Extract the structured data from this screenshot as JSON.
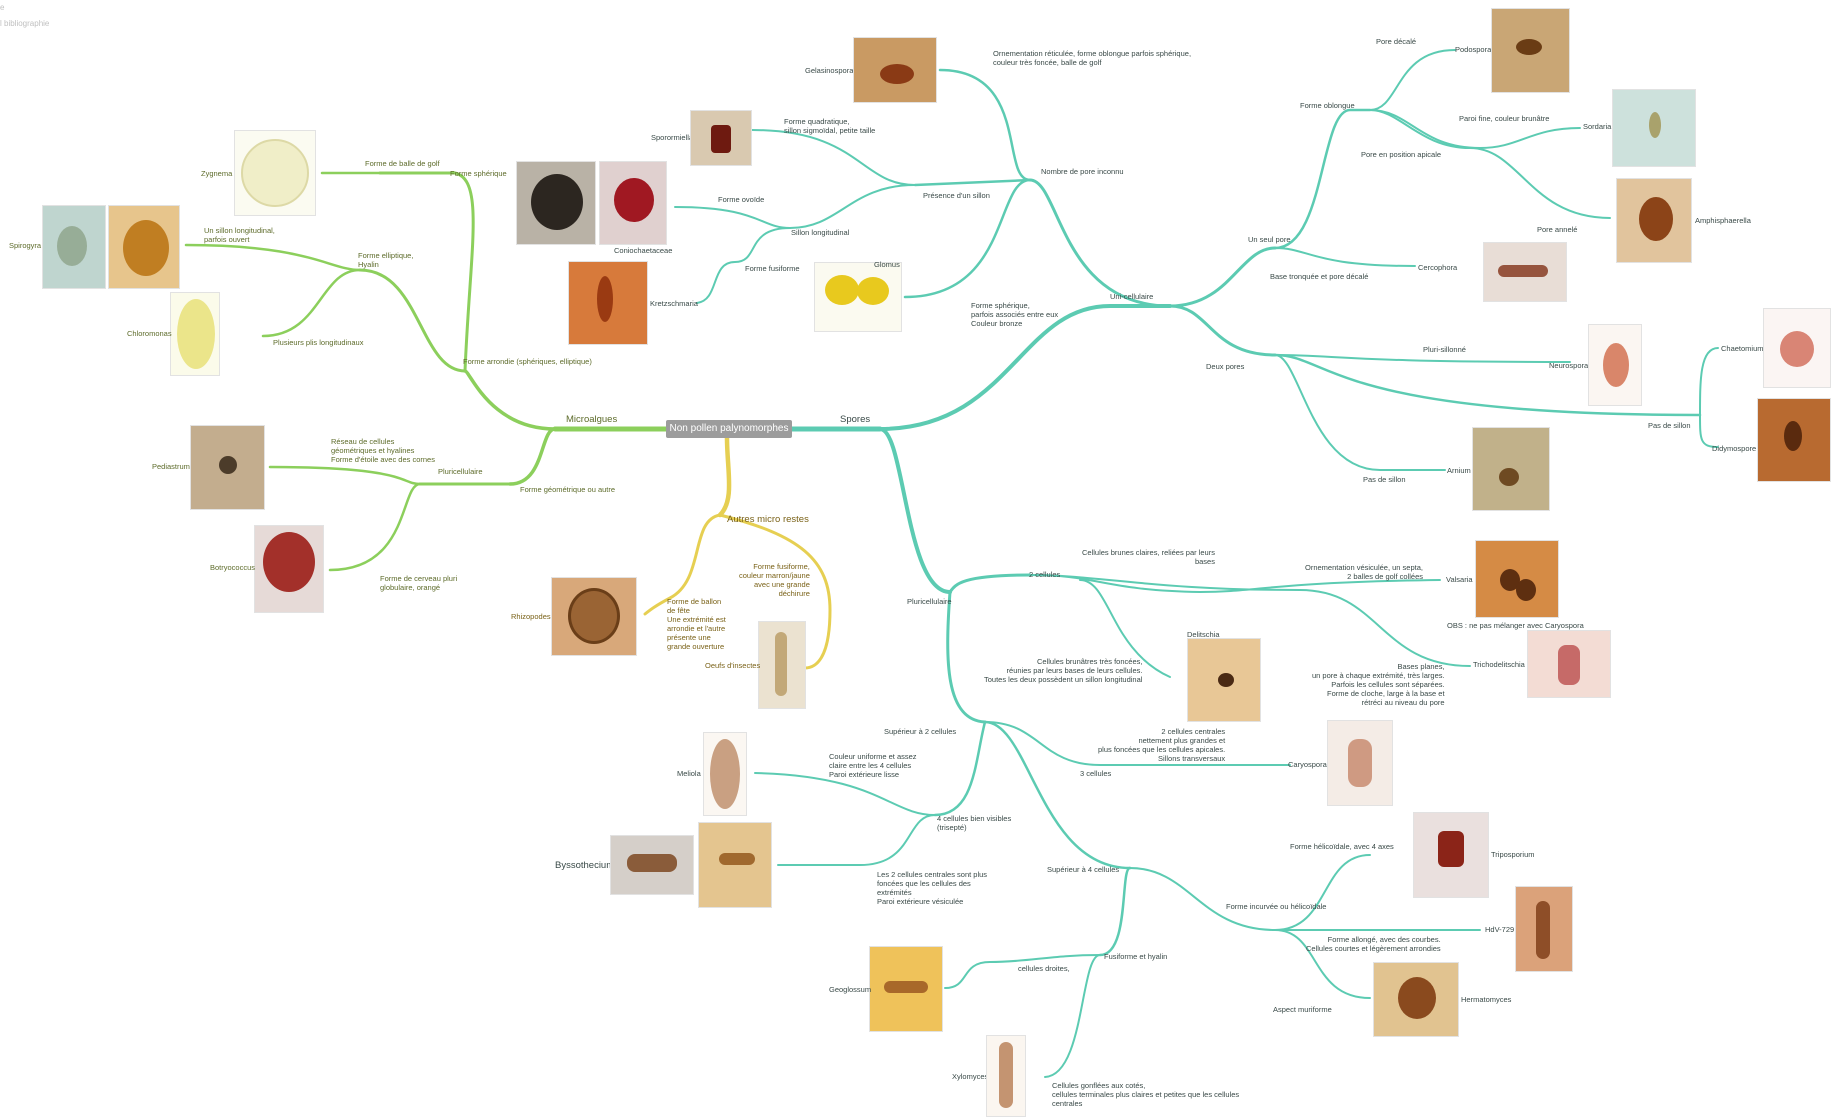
{
  "colors": {
    "spores": "#5ccbb2",
    "microalgues": "#8ccf5c",
    "autres": "#e6cf52",
    "root": "#9c9c9c"
  },
  "top_fragments": [
    "e",
    "l bibliographie"
  ],
  "root": "Non pollen palynomorphes",
  "branches": {
    "spores": "Spores",
    "microalgues": "Microalgues",
    "autres": "Autres micro restes"
  },
  "spores": {
    "uni": "Uni-cellulaire",
    "nombre_pore_inconnu": "Nombre de pore inconnu",
    "presence_sillon": "Présence d'un sillon",
    "gelasinospora": "Gelasinospora",
    "gelasinospora_desc": "Ornementation réticulée, forme oblongue parfois sphérique,\ncouleur très foncée, balle de golf",
    "forme_quadratique": "Forme quadratique,\nsillon sigmoïdal, petite taille",
    "sporormiella": "Sporormiella",
    "forme_ovoide": "Forme ovoïde",
    "coniochaetaceae": "Coniochaetaceae",
    "sillon_longitudinal": "Sillon longitudinal",
    "forme_fusiforme": "Forme fusiforme",
    "kretzschmaria": "Kretzschmaria",
    "glomus": "Glomus",
    "glomus_desc": "Forme sphérique,\nparfois associés entre eux\nCouleur bronze",
    "un_seul_pore": "Un seul pore",
    "forme_oblongue": "Forme oblongue",
    "pore_decale": "Pore décalé",
    "podospora": "Podospora",
    "paroi_fine": "Paroi fine, couleur brunâtre",
    "sordaria": "Sordaria",
    "pore_apicale": "Pore en position apicale",
    "pore_annele": "Pore annelé",
    "amphisphaerella": "Amphisphaerella",
    "base_tronquee": "Base tronquée et pore décalé",
    "cercophora": "Cercophora",
    "deux_pores": "Deux pores",
    "pluri_sillonne": "Pluri-sillonné",
    "neurospora": "Neurospora",
    "pas_de_sillon_1": "Pas de sillon",
    "chaetomium": "Chaetomium",
    "didymospore": "Didymospore",
    "pas_de_sillon_2": "Pas de sillon",
    "arnium": "Arnium",
    "pluri": "Pluricellulaire",
    "deux_cellules": "2 cellules",
    "cellules_brunes": "Cellules brunes claires, reliées par leurs\nbases",
    "valsaria_desc": "Ornementation vésiculée, un septa,\n2 balles de golf collées",
    "valsaria": "Valsaria",
    "obs": "OBS : ne pas mélanger avec Caryospora",
    "delitschia": "Delitschia",
    "delitschia_desc": "Cellules brunâtres très foncées,\nréunies par leurs bases de leurs cellules.\nToutes les deux possèdent un sillon longitudinal",
    "trichodelitschia": "Trichodelitschia",
    "trichodelitschia_desc": "Bases planes,\nun pore à chaque extrémité, très larges.\nParfois les cellules sont séparées.\nForme de cloche, large à la base et\nrétréci au niveau du pore",
    "sup2": "Supérieur à 2 cellules",
    "trois_cellules_desc": "2 cellules centrales\nnettement plus grandes et\nplus foncées que les cellules apicales.\nSillons transversaux",
    "trois_cellules": "3 cellules",
    "caryospora": "Caryospora",
    "meliola": "Meliola",
    "meliola_desc": "Couleur uniforme et assez\nclaire entre les 4 cellules\nParoi extérieure lisse",
    "quatre_cellules": "4 cellules bien visibles\n(trisepté)",
    "byssothecium": "Byssothecium",
    "byssothecium_desc": "Les 2 cellules centrales sont plus\nfoncées que les cellules des\nextrémités\nParoi extérieure vésiculée",
    "sup4": "Supérieur à 4 cellules",
    "forme_helicoidale": "Forme hélicoïdale, avec 4 axes",
    "triposporium": "Triposporium",
    "forme_incurvee": "Forme incurvée ou hélicoïdale",
    "hdv729": "HdV-729",
    "forme_allongee": "Forme allongé, avec des courbes.\nCellules courtes et légèrement arrondies",
    "aspect_muriforme": "Aspect muriforme",
    "hermatomyces": "Hermatomyces",
    "fusiforme_hyalin": "Fusiforme et hyalin",
    "cellules_droites": "cellules droites,",
    "geoglossum": "Geoglossum",
    "xylomyces": "Xylomyces",
    "xylomyces_desc": "Cellules gonflées aux cotés,\ncellules terminales plus claires et petites que les cellules\ncentrales"
  },
  "microalgues": {
    "forme_arrondie": "Forme arrondie (sphériques, elliptique)",
    "forme_spherique": "Forme sphérique",
    "forme_golf": "Forme de balle de golf",
    "zygnema": "Zygnema",
    "forme_elliptique": "Forme elliptique,\nHyalin",
    "un_sillon": "Un sillon longitudinal,\nparfois ouvert",
    "spirogyra": "Spirogyra",
    "plusieurs_plis": "Plusieurs plis longitudinaux",
    "chloromonas": "Chloromonas",
    "forme_geometrique": "Forme géométrique ou autre",
    "pluricellulaire": "Pluricellulaire",
    "reseau": "Réseau de cellules\ngéométriques et hyalines\nForme d'étoile avec des cornes",
    "pediastrum": "Pediastrum",
    "forme_cerveau": "Forme de cerveau pluri\nglobulaire, orangé",
    "botryococcus": "Botryococcus"
  },
  "autres": {
    "ballon_desc": "Forme de ballon\nde fête\nUne extrémité est\narrondie et l'autre\nprésente une\ngrande ouverture",
    "rhizopodes": "Rhizopodes",
    "fusiforme_desc": "Forme fusiforme,\ncouleur marron/jaune\navec une grande\ndéchirure",
    "oeufs": "Oeufs d'insectes"
  }
}
